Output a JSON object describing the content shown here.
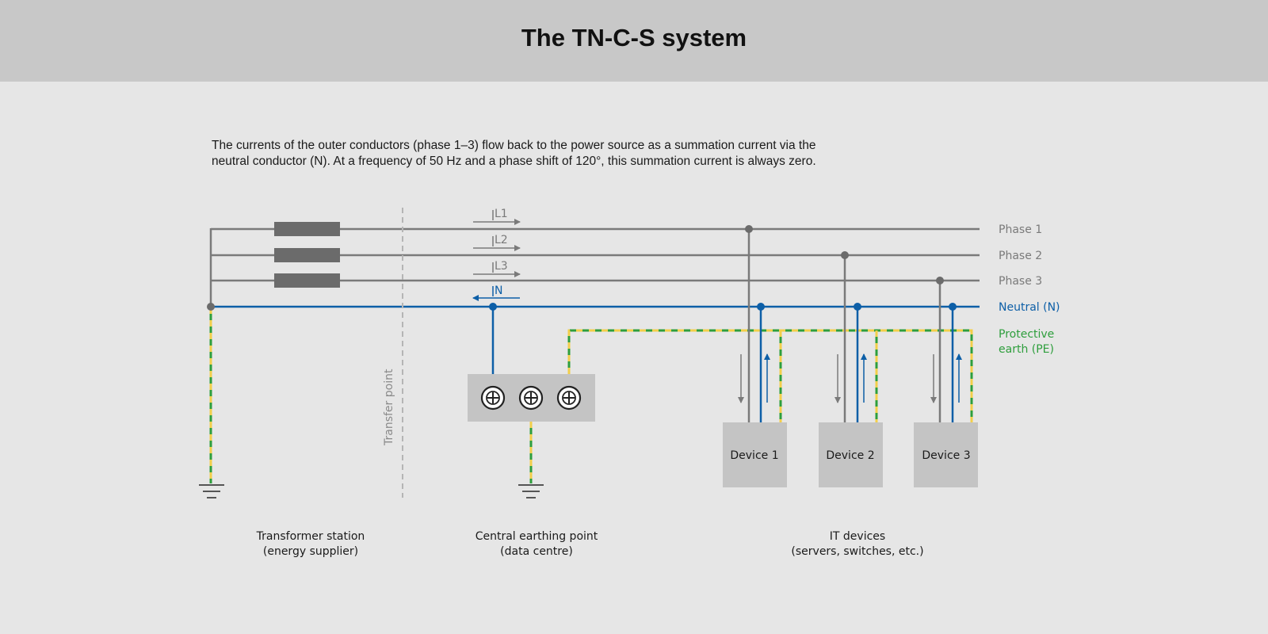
{
  "title": "The TN-C-S system",
  "description_line1": "The currents of the outer conductors (phase 1–3) flow back to the power source as a summation current via the",
  "description_line2": "neutral conductor (N). At a frequency of 50 Hz and a phase shift of 120°, this summation current is always zero.",
  "conductors": {
    "phase1": "Phase 1",
    "phase2": "Phase 2",
    "phase3": "Phase 3",
    "neutral": "Neutral (N)",
    "pe_line1": "Protective",
    "pe_line2": "earth (PE)"
  },
  "current_labels": {
    "l1": "L1",
    "l2": "L2",
    "l3": "L3",
    "n": "N"
  },
  "transfer_point": "Transfer point",
  "devices": [
    "Device 1",
    "Device 2",
    "Device 3"
  ],
  "sections": {
    "transformer_line1": "Transformer station",
    "transformer_line2": "(energy supplier)",
    "earthing_line1": "Central earthing point",
    "earthing_line2": "(data centre)",
    "it_line1": "IT devices",
    "it_line2": "(servers, switches, etc.)"
  },
  "colors": {
    "phase": "#7a7a7a",
    "neutral": "#0d5fa7",
    "pe_green": "#2e9e3c",
    "pe_yellow": "#f2cf4a",
    "box": "#c4c4c4"
  }
}
